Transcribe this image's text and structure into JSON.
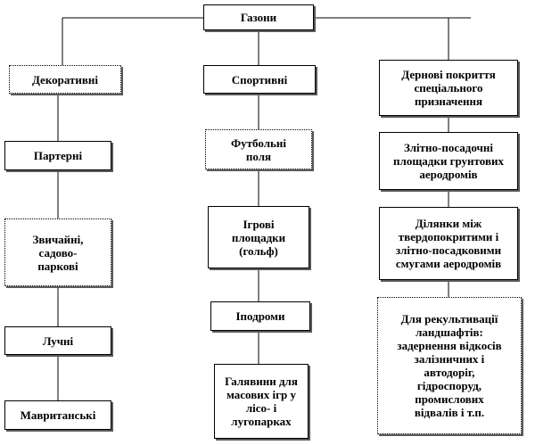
{
  "root": {
    "label": "Газони"
  },
  "branches": [
    {
      "category": "Декоративні",
      "items": [
        "Партерні",
        "Звичайні,\nсадово-\nпаркові",
        "Лучні",
        "Мавританські"
      ]
    },
    {
      "category": "Спортивні",
      "items": [
        "Футбольні\nполя",
        "Ігрові\nплощадки\n(гольф)",
        "Іподроми",
        "Галявини для\nмасових ігр у\nлісо- і\nлугопарках"
      ]
    },
    {
      "category": "Дернові покриття\nспеціального\nпризначення",
      "items": [
        "Злітно-посадочні\nплощадки грунтових\nаеродромів",
        "Ділянки між\nтвердопокритими і\nзлітно-посадковими\nсмугами аеродромів",
        "Для рекультивації\nландшафтів:\nзадернення відкосів\nзалізничних і\nавтодоріг,\nгідроспоруд,\nпромислових\nвідвалів і т.п."
      ]
    }
  ]
}
